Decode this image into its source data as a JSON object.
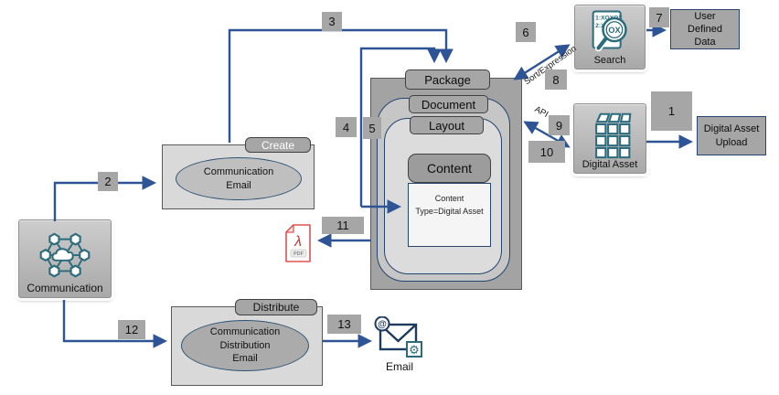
{
  "colors": {
    "arrow": "#2e5496",
    "badge_bg": "#a6a6a6",
    "navy": "#24456e",
    "box_grey": "#a6a6a6",
    "panel_light": "#d9d9d9",
    "pkg_outer": "#a3a3a3",
    "nested1": "#c6c6c6",
    "nested2": "#dcdcdc",
    "label_border": "#414141",
    "dark_outline": "#595959",
    "icon_teal": "#2b6b7b",
    "pdf_red": "#e15252",
    "content_body": "#f5f5f5"
  },
  "steps": {
    "s1": "1",
    "s2": "2",
    "s3": "3",
    "s4": "4",
    "s5": "5",
    "s6": "6",
    "s7": "7",
    "s8": "8",
    "s9": "9",
    "s10": "10",
    "s11": "11",
    "s12": "12",
    "s13": "13"
  },
  "labels": {
    "sort_expression": "Sort/Expression",
    "api": "API"
  },
  "nodes": {
    "communication": {
      "label": "Communication"
    },
    "create": {
      "tab": "Create",
      "ellipse": [
        "Communication",
        "Email"
      ]
    },
    "distribute": {
      "tab": "Distribute",
      "ellipse": [
        "Communication",
        "Distribution",
        "Email"
      ]
    },
    "package": {
      "label": "Package"
    },
    "document": {
      "label": "Document"
    },
    "layout": {
      "label": "Layout"
    },
    "content": {
      "label": "Content",
      "body": [
        "Content",
        "Type=Digital Asset"
      ]
    },
    "search": {
      "label": "Search",
      "icon_line1": "1:XOXOX",
      "icon_line2": "2:XO",
      "lens": "OX"
    },
    "user_defined_data": {
      "lines": [
        "User",
        "Defined",
        "Data"
      ]
    },
    "digital_asset": {
      "label": "Digital Asset"
    },
    "digital_asset_upload": {
      "lines": [
        "Digital Asset",
        "Upload"
      ]
    },
    "pdf": {
      "glyph": "λ",
      "label": "PDF"
    },
    "email": {
      "label": "Email",
      "at": "@",
      "gear": "⚙"
    }
  }
}
